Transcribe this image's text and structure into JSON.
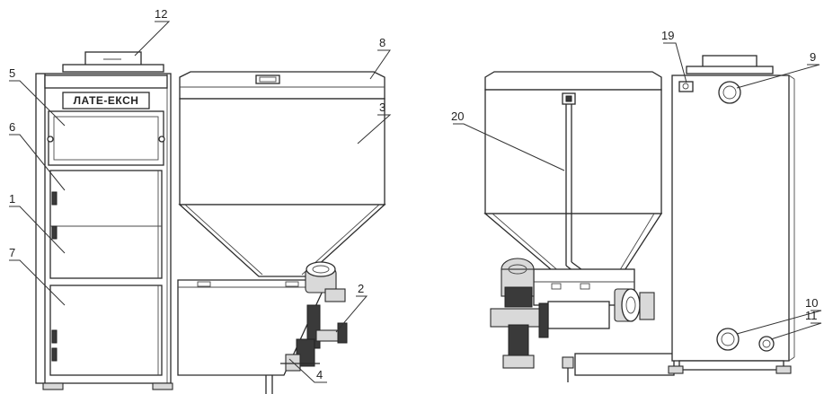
{
  "brand_plate": "ЛАТЕ-ЕКСН",
  "callouts": [
    {
      "id": "c12",
      "label": "12"
    },
    {
      "id": "c5",
      "label": "5"
    },
    {
      "id": "c6",
      "label": "6"
    },
    {
      "id": "c1",
      "label": "1"
    },
    {
      "id": "c7",
      "label": "7"
    },
    {
      "id": "c8",
      "label": "8"
    },
    {
      "id": "c3",
      "label": "3"
    },
    {
      "id": "c2",
      "label": "2"
    },
    {
      "id": "c4",
      "label": "4"
    },
    {
      "id": "c19",
      "label": "19"
    },
    {
      "id": "c9",
      "label": "9"
    },
    {
      "id": "c20",
      "label": "20"
    },
    {
      "id": "c10",
      "label": "10"
    },
    {
      "id": "c11",
      "label": "11"
    }
  ]
}
